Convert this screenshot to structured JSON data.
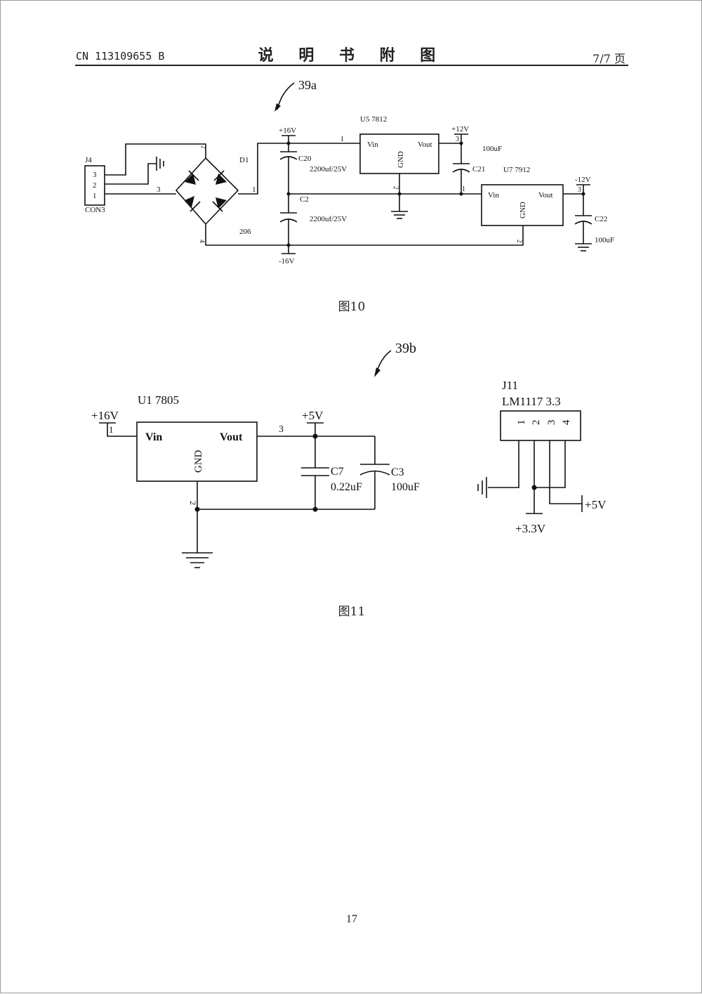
{
  "header": {
    "doc_number": "CN 113109655 B",
    "title": "说 明 书 附 图",
    "page_of": "7/7 页"
  },
  "fig10": {
    "pointer": "39a",
    "caption": "图10",
    "labels": {
      "j4": "J4",
      "con3": "CON3",
      "pin3": "3",
      "pin2": "2",
      "pin1": "1",
      "d1": "D1",
      "bridge_part": "206",
      "bridge_pin2": "2",
      "bridge_pin3": "3",
      "bridge_pin1": "1",
      "bridge_pin4": "4",
      "plus16": "+16V",
      "minus16": "-16V",
      "c20": "C20",
      "c20_val": "2200uf/25V",
      "c2": "C2",
      "c2_val": "2200uf/25V",
      "u5": "U5   7812",
      "u5_vin": "Vin",
      "u5_vout": "Vout",
      "u5_gnd": "GND",
      "u5_pin1": "1",
      "u5_pin2": "2",
      "u5_pin3": "3",
      "plus12": "+12V",
      "c21": "C21",
      "c21_val": "100uF",
      "u7": "U7   7912",
      "u7_vin": "Vin",
      "u7_vout": "Vout",
      "u7_gnd": "GND",
      "u7_pin1": "1",
      "u7_pin2": "2",
      "u7_pin3": "3",
      "minus12": "-12V",
      "c22": "C22",
      "c22_val": "100uF"
    }
  },
  "fig11": {
    "pointer": "39b",
    "caption": "图11",
    "labels": {
      "plus16": "+16V",
      "u1_pin1": "1",
      "u1": "U1    7805",
      "u1_vin": "Vin",
      "u1_vout": "Vout",
      "u1_gnd": "GND",
      "u1_pin3": "3",
      "u1_pin2": "2",
      "plus5": "+5V",
      "c7": "C7",
      "c7_val": "0.22uF",
      "c3": "C3",
      "c3_val": "100uF",
      "j11": "J11",
      "j11_part": "LM1117  3.3",
      "j11_p1": "1",
      "j11_p2": "2",
      "j11_p3": "3",
      "j11_p4": "4",
      "j11_plus5": "+5V",
      "j11_plus33": "+3.3V"
    }
  },
  "footer": {
    "page_number": "17"
  }
}
